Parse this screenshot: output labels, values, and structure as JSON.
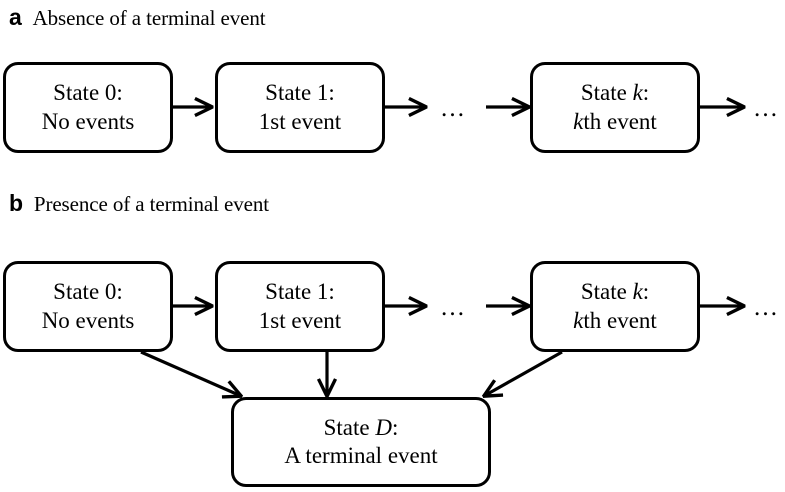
{
  "figure": {
    "type": "state-transition-diagram",
    "background": "#ffffff",
    "stroke_color": "#000000"
  },
  "panels": [
    {
      "letter": "a",
      "title": "Absence of a terminal event",
      "nodes": [
        {
          "id": "a-state-0",
          "line1_pre": "State 0:",
          "line1_italic": "",
          "line1_post": "",
          "line2_pre": "No events",
          "line2_italic": "",
          "line2_post": ""
        },
        {
          "id": "a-state-1",
          "line1_pre": "State 1:",
          "line1_italic": "",
          "line1_post": "",
          "line2_pre": "1st event",
          "line2_italic": "",
          "line2_post": ""
        },
        {
          "id": "a-state-k",
          "line1_pre": "State ",
          "line1_italic": "k",
          "line1_post": ":",
          "line2_pre": "",
          "line2_italic": "k",
          "line2_post": "th event"
        }
      ],
      "ellipses": [
        "…",
        "…"
      ]
    },
    {
      "letter": "b",
      "title": "Presence of a terminal event",
      "nodes": [
        {
          "id": "b-state-0",
          "line1_pre": "State 0:",
          "line1_italic": "",
          "line1_post": "",
          "line2_pre": "No events",
          "line2_italic": "",
          "line2_post": ""
        },
        {
          "id": "b-state-1",
          "line1_pre": "State 1:",
          "line1_italic": "",
          "line1_post": "",
          "line2_pre": "1st event",
          "line2_italic": "",
          "line2_post": ""
        },
        {
          "id": "b-state-k",
          "line1_pre": "State ",
          "line1_italic": "k",
          "line1_post": ":",
          "line2_pre": "",
          "line2_italic": "k",
          "line2_post": "th event"
        },
        {
          "id": "b-state-d",
          "line1_pre": "State ",
          "line1_italic": "D",
          "line1_post": ":",
          "line2_pre": "A terminal event",
          "line2_italic": "",
          "line2_post": ""
        }
      ],
      "ellipses": [
        "…",
        "…"
      ]
    }
  ]
}
